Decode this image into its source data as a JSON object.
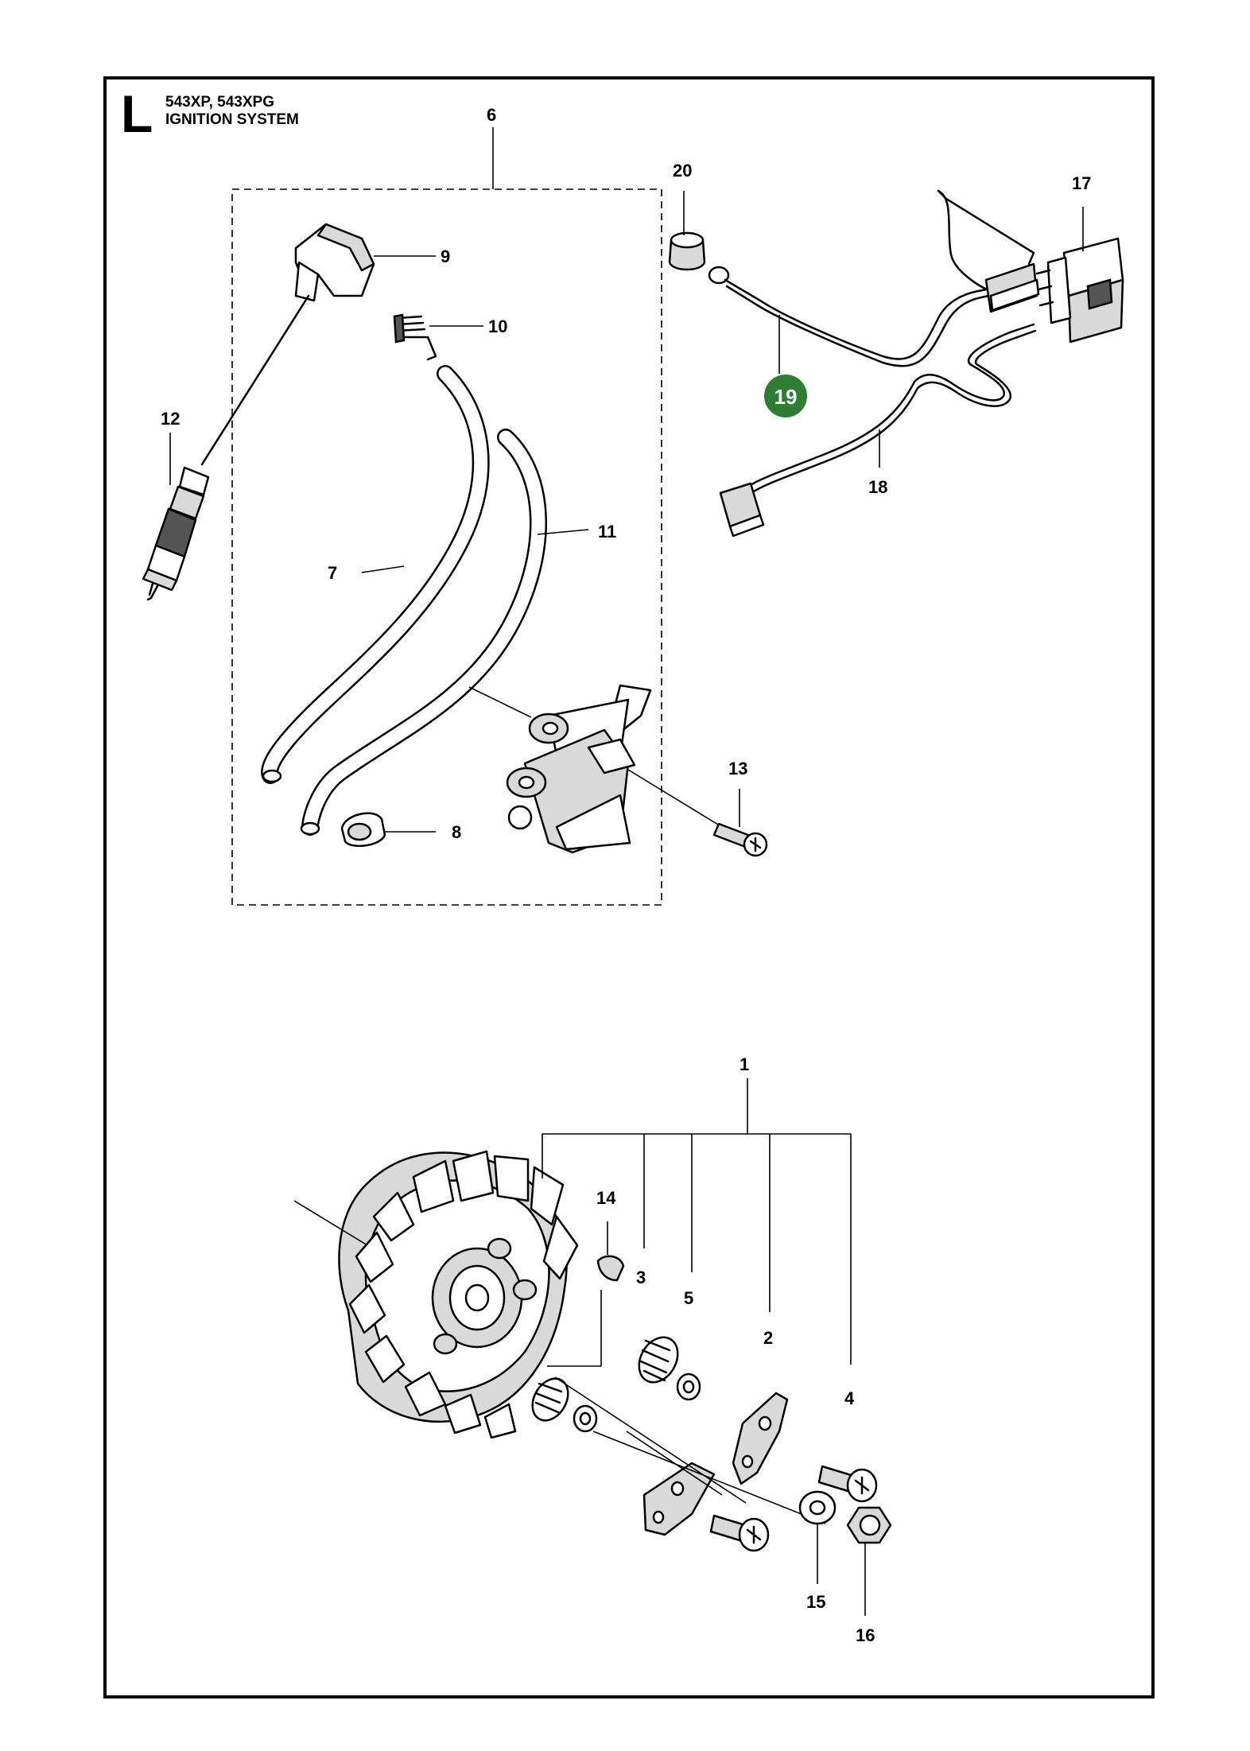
{
  "header": {
    "section_letter": "L",
    "models": "543XP, 543XPG",
    "system": "IGNITION SYSTEM"
  },
  "highlight_color": "#2e7d32",
  "highlighted_part": "19",
  "callouts": {
    "c1": "1",
    "c2": "2",
    "c3": "3",
    "c4": "4",
    "c5": "5",
    "c6": "6",
    "c7": "7",
    "c8": "8",
    "c9": "9",
    "c10": "10",
    "c11": "11",
    "c12": "12",
    "c13": "13",
    "c14": "14",
    "c15": "15",
    "c16": "16",
    "c17": "17",
    "c18": "18",
    "c19": "19",
    "c20": "20"
  }
}
